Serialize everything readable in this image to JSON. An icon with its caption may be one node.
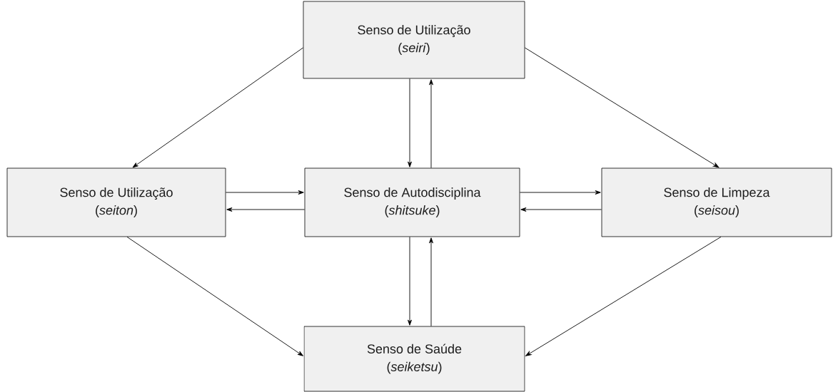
{
  "diagram": {
    "nodes": [
      {
        "text": [
          "Senso de Utilização",
          "(*seiri*)"
        ]
      },
      {
        "text": [
          "Senso de Utilização",
          "(*seiton*)"
        ]
      },
      {
        "text": [
          "Senso de Autodisciplina",
          "(*shitsuke*)"
        ]
      },
      {
        "text": [
          "Senso de Limpeza",
          "(*seisou*)"
        ]
      },
      {
        "text": [
          "Senso de Saúde",
          "(*seiketsu*)"
        ]
      }
    ],
    "edges": [
      {
        "from": 0,
        "to": 1,
        "arrow": "to"
      },
      {
        "from": 0,
        "to": 3,
        "arrow": "to"
      },
      {
        "from": 0,
        "to": 2,
        "arrow": "to"
      },
      {
        "from": 2,
        "to": 0,
        "arrow": "to"
      },
      {
        "from": 1,
        "to": 2,
        "arrow": "to"
      },
      {
        "from": 2,
        "to": 1,
        "arrow": "to"
      },
      {
        "from": 2,
        "to": 3,
        "arrow": "to"
      },
      {
        "from": 3,
        "to": 2,
        "arrow": "to"
      },
      {
        "from": 2,
        "to": 4,
        "arrow": "to"
      },
      {
        "from": 4,
        "to": 2,
        "arrow": "to"
      },
      {
        "from": 1,
        "to": 4,
        "arrow": "to"
      },
      {
        "from": 3,
        "to": 4,
        "arrow": "to"
      }
    ]
  }
}
